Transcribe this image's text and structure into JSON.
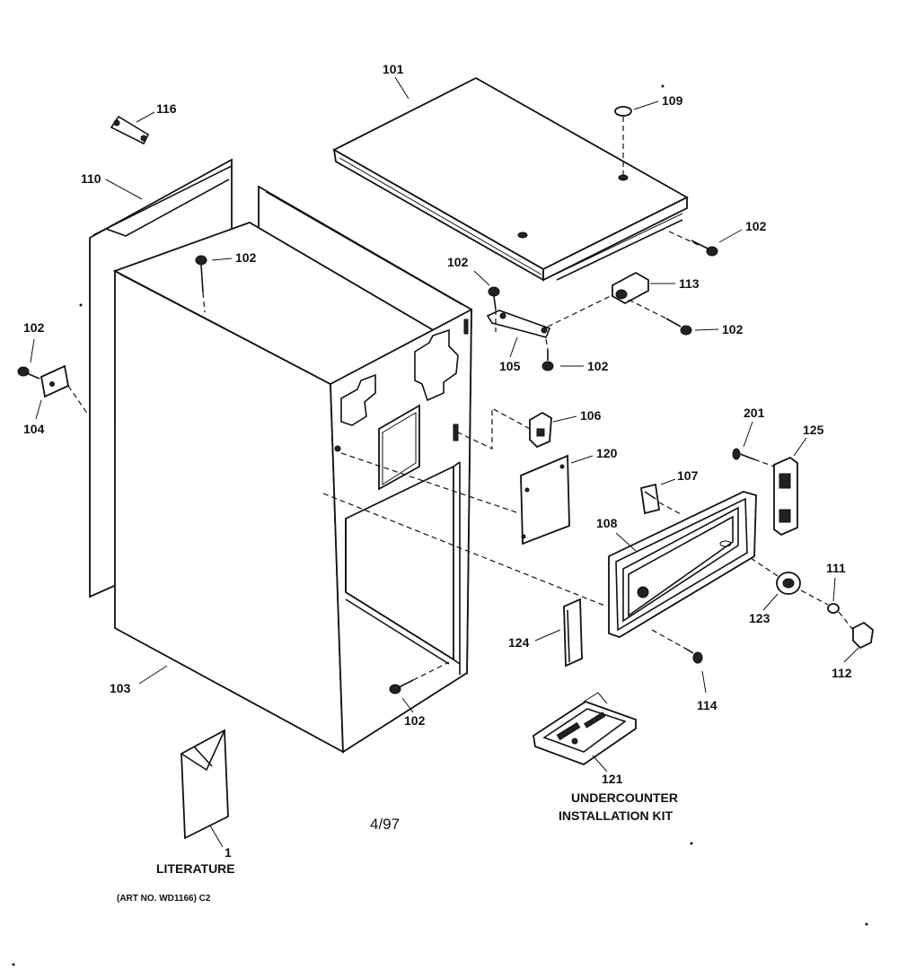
{
  "labels": {
    "p101": "101",
    "p109": "109",
    "p116": "116",
    "p110": "110",
    "p102_a": "102",
    "p102_b": "102",
    "p102_c": "102",
    "p102_d": "102",
    "p102_e": "102",
    "p102_f": "102",
    "p102_g": "102",
    "p113": "113",
    "p105": "105",
    "p104": "104",
    "p106": "106",
    "p120": "120",
    "p201": "201",
    "p125": "125",
    "p107": "107",
    "p108": "108",
    "p111": "111",
    "p123": "123",
    "p112": "112",
    "p124": "124",
    "p114": "114",
    "p103": "103",
    "p121": "121",
    "p1": "1"
  },
  "captions": {
    "kit_line1": "UNDERCOUNTER",
    "kit_line2": "INSTALLATION KIT",
    "literature": "LITERATURE",
    "art_no": "(ART NO. WD1166) C2",
    "date": "4/97"
  }
}
